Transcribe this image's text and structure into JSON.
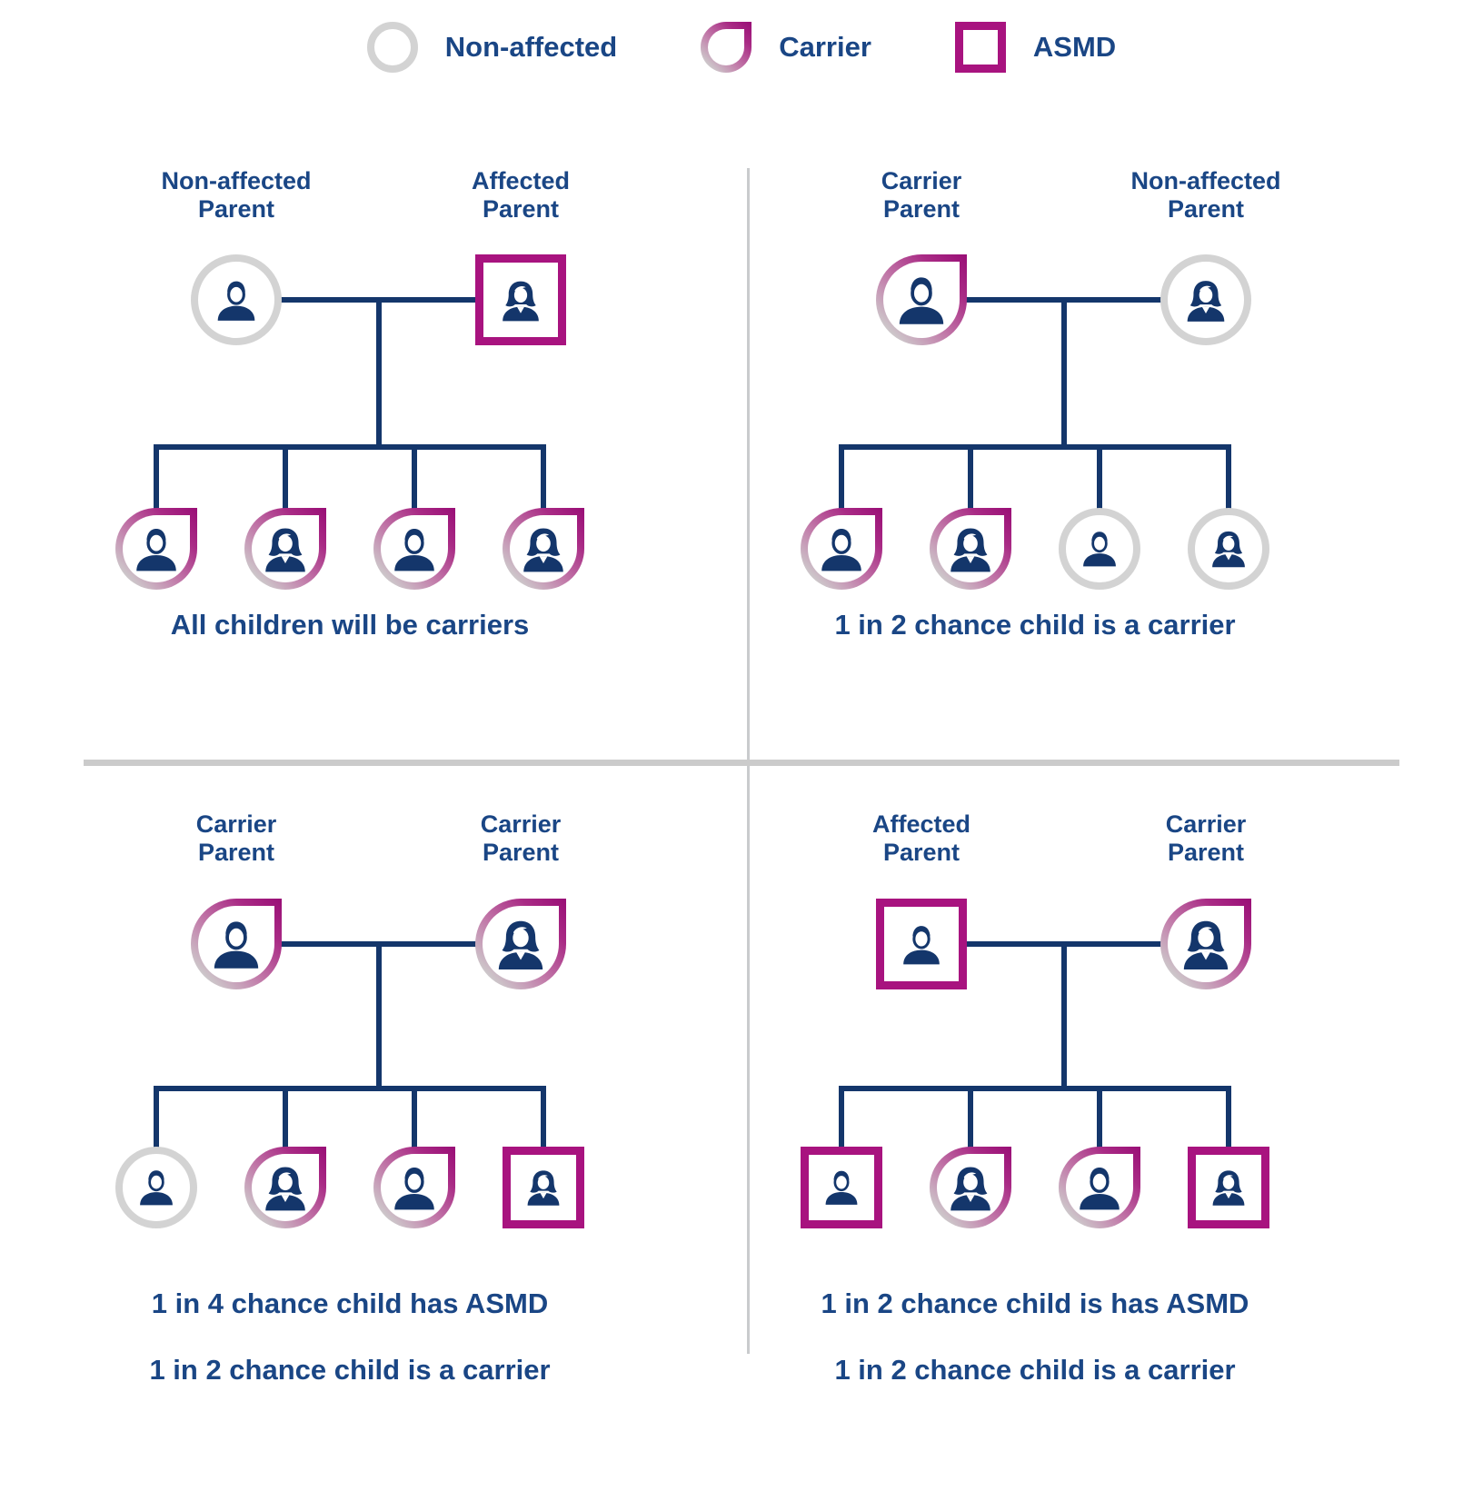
{
  "legend": {
    "items": [
      {
        "label": "Non-affected",
        "classes": "non-affected"
      },
      {
        "label": "Carrier",
        "classes": "carrier"
      },
      {
        "label": "ASMD",
        "classes": "asmd"
      }
    ]
  },
  "colors": {
    "navy_icon_line": "#14366B",
    "text_blue": "#1A4685",
    "asmd_magenta": "#A8137F",
    "carrier_gradient_start": "#990E76",
    "carrier_gradient_end": "#D0D0D0",
    "non_affected_gray": "#D3D3D3",
    "divider_gray": "#CBCBCB"
  },
  "quadrants": [
    {
      "position": "top-left",
      "parents": [
        {
          "label_line1": "Non-affected",
          "label_line2": "Parent",
          "status": "non-affected",
          "gender": "male",
          "classes": "non-affected male"
        },
        {
          "label_line1": "Affected",
          "label_line2": "Parent",
          "status": "asmd",
          "gender": "female",
          "classes": "asmd female"
        }
      ],
      "children": [
        {
          "status": "carrier",
          "gender": "male",
          "classes": "carrier male"
        },
        {
          "status": "carrier",
          "gender": "female",
          "classes": "carrier female"
        },
        {
          "status": "carrier",
          "gender": "male",
          "classes": "carrier male"
        },
        {
          "status": "carrier",
          "gender": "female",
          "classes": "carrier female"
        }
      ],
      "captions": [
        "All children will be carriers"
      ]
    },
    {
      "position": "top-right",
      "parents": [
        {
          "label_line1": "Carrier",
          "label_line2": "Parent",
          "status": "carrier",
          "gender": "male",
          "classes": "carrier male"
        },
        {
          "label_line1": "Non-affected",
          "label_line2": "Parent",
          "status": "non-affected",
          "gender": "female",
          "classes": "non-affected female"
        }
      ],
      "children": [
        {
          "status": "carrier",
          "gender": "male",
          "classes": "carrier male"
        },
        {
          "status": "carrier",
          "gender": "female",
          "classes": "carrier female"
        },
        {
          "status": "non-affected",
          "gender": "male",
          "classes": "non-affected male"
        },
        {
          "status": "non-affected",
          "gender": "female",
          "classes": "non-affected female"
        }
      ],
      "captions": [
        "1 in 2 chance child is a carrier"
      ]
    },
    {
      "position": "bottom-left",
      "parents": [
        {
          "label_line1": "Carrier",
          "label_line2": "Parent",
          "status": "carrier",
          "gender": "male",
          "classes": "carrier male"
        },
        {
          "label_line1": "Carrier",
          "label_line2": "Parent",
          "status": "carrier",
          "gender": "female",
          "classes": "carrier female"
        }
      ],
      "children": [
        {
          "status": "non-affected",
          "gender": "male",
          "classes": "non-affected male"
        },
        {
          "status": "carrier",
          "gender": "female",
          "classes": "carrier female"
        },
        {
          "status": "carrier",
          "gender": "male",
          "classes": "carrier male"
        },
        {
          "status": "asmd",
          "gender": "female",
          "classes": "asmd female"
        }
      ],
      "captions": [
        "1 in 4 chance child has ASMD",
        "1 in 2 chance child is a carrier"
      ]
    },
    {
      "position": "bottom-right",
      "parents": [
        {
          "label_line1": "Affected",
          "label_line2": "Parent",
          "status": "asmd",
          "gender": "male",
          "classes": "asmd male"
        },
        {
          "label_line1": "Carrier",
          "label_line2": "Parent",
          "status": "carrier",
          "gender": "female",
          "classes": "carrier female"
        }
      ],
      "children": [
        {
          "status": "asmd",
          "gender": "male",
          "classes": "asmd male"
        },
        {
          "status": "carrier",
          "gender": "female",
          "classes": "carrier female"
        },
        {
          "status": "carrier",
          "gender": "male",
          "classes": "carrier male"
        },
        {
          "status": "asmd",
          "gender": "female",
          "classes": "asmd female"
        }
      ],
      "captions": [
        "1 in 2 chance child is has ASMD",
        "1 in 2 chance child is a carrier"
      ]
    }
  ]
}
